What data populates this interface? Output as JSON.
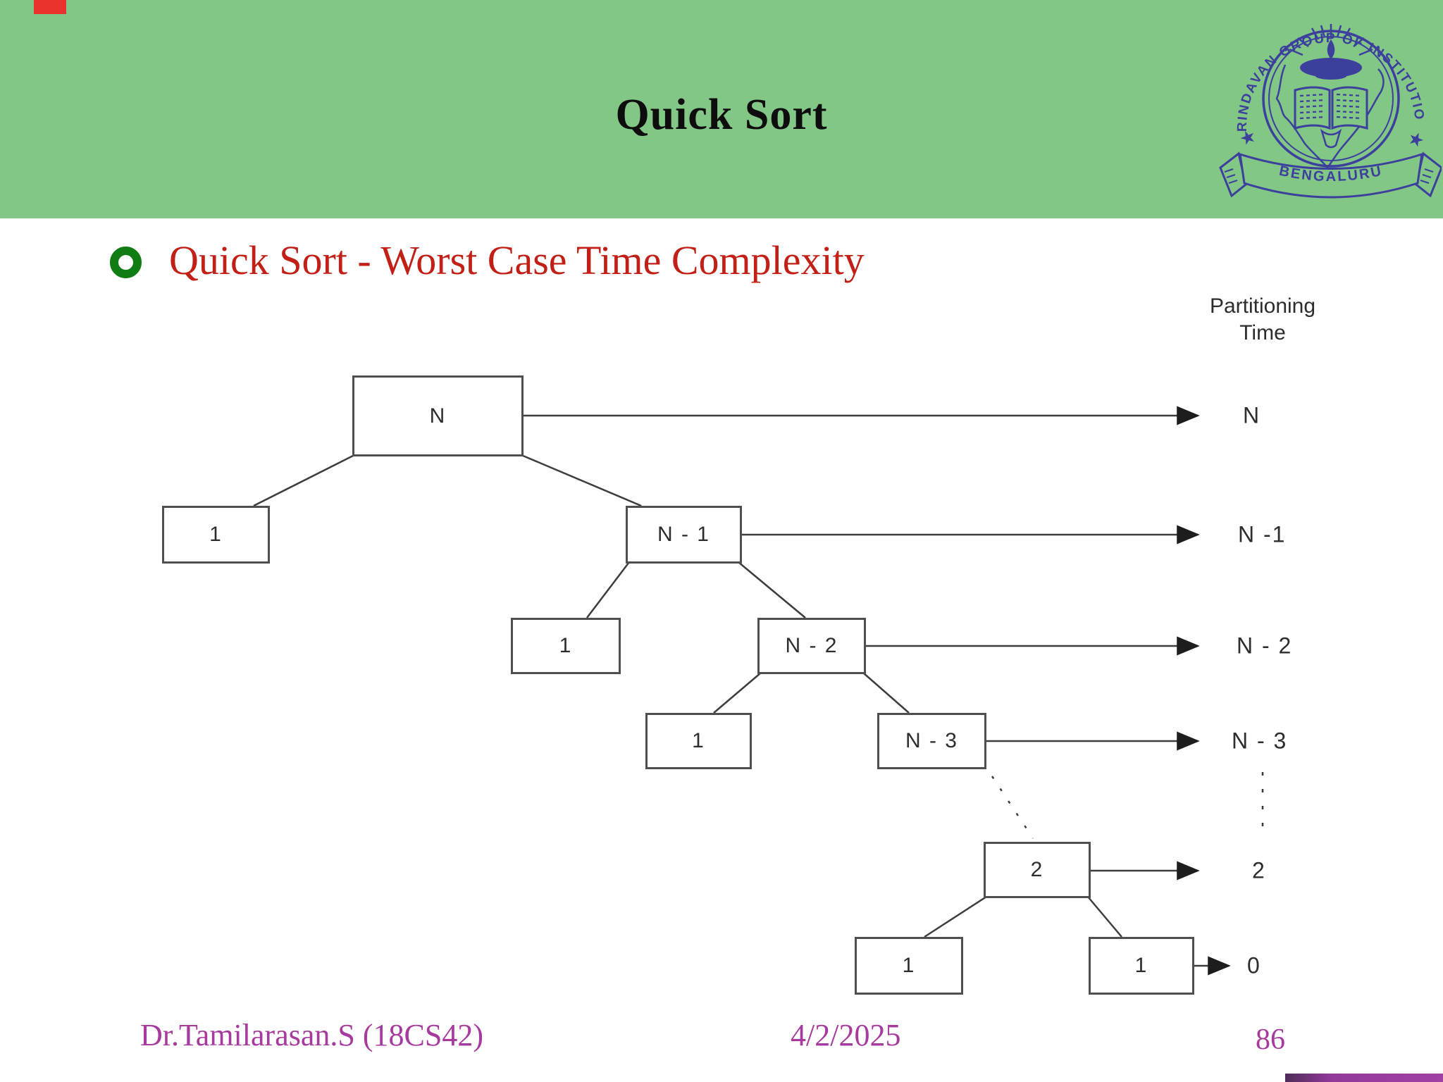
{
  "slide": {
    "title": "Quick Sort",
    "heading": "Quick Sort - Worst Case Time Complexity"
  },
  "logo": {
    "arc_text": "BRINDAVAN GROUP OF INSTITUTIONS",
    "banner_text": "BENGALURU",
    "star": "★",
    "color": "#3c3f9c"
  },
  "diagram": {
    "partition_header": "Partitioning\nTime",
    "nodes": [
      {
        "id": "root",
        "label": "N"
      },
      {
        "id": "l1-left",
        "label": "1"
      },
      {
        "id": "l1-right",
        "label": "N - 1"
      },
      {
        "id": "l2-left",
        "label": "1"
      },
      {
        "id": "l2-right",
        "label": "N - 2"
      },
      {
        "id": "l3-left",
        "label": "1"
      },
      {
        "id": "l3-right",
        "label": "N - 3"
      },
      {
        "id": "l4",
        "label": "2"
      },
      {
        "id": "l5-left",
        "label": "1"
      },
      {
        "id": "l5-right",
        "label": "1"
      }
    ],
    "partition_labels": [
      "N",
      "N -1",
      "N - 2",
      "N - 3",
      "2",
      "0"
    ]
  },
  "footer": {
    "author": "Dr.Tamilarasan.S  (18CS42)",
    "date": "4/2/2025",
    "page": "86"
  },
  "colors": {
    "header_green": "#82c786",
    "logo_navy": "#3c3f9c",
    "heading_red": "#c22017",
    "bullet_green": "#0f7d14",
    "footer_magenta": "#a63a9e",
    "diagram_ink": "#3d3d3d",
    "corner_red": "#e9322b",
    "bottom_bar_purple": "#9c3ba0"
  }
}
